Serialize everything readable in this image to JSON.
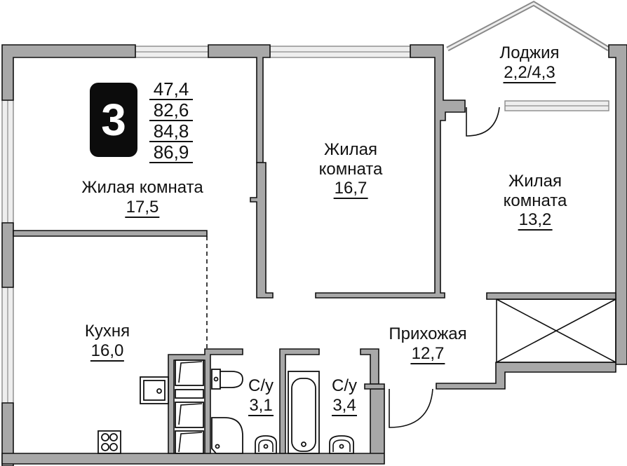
{
  "apartment": {
    "rooms_count": "3",
    "areas": [
      "47,4",
      "82,6",
      "84,8",
      "86,9"
    ]
  },
  "rooms": [
    {
      "id": "living-room-1",
      "name": "Жилая комната",
      "area": "17,5"
    },
    {
      "id": "living-room-2",
      "name_line1": "Жилая",
      "name_line2": "комната",
      "area": "16,7"
    },
    {
      "id": "living-room-3",
      "name_line1": "Жилая",
      "name_line2": "комната",
      "area": "13,2"
    },
    {
      "id": "loggia",
      "name": "Лоджия",
      "area": "2,2/4,3"
    },
    {
      "id": "kitchen",
      "name": "Кухня",
      "area": "16,0"
    },
    {
      "id": "hallway",
      "name": "Прихожая",
      "area": "12,7"
    },
    {
      "id": "bathroom-1",
      "name": "С/у",
      "area": "3,1"
    },
    {
      "id": "bathroom-2",
      "name": "С/у",
      "area": "3,4"
    }
  ],
  "colors": {
    "wall": "#a8a8a8",
    "outline": "#111111",
    "window": "#eeeeee",
    "badge": "#0c0c0c"
  }
}
